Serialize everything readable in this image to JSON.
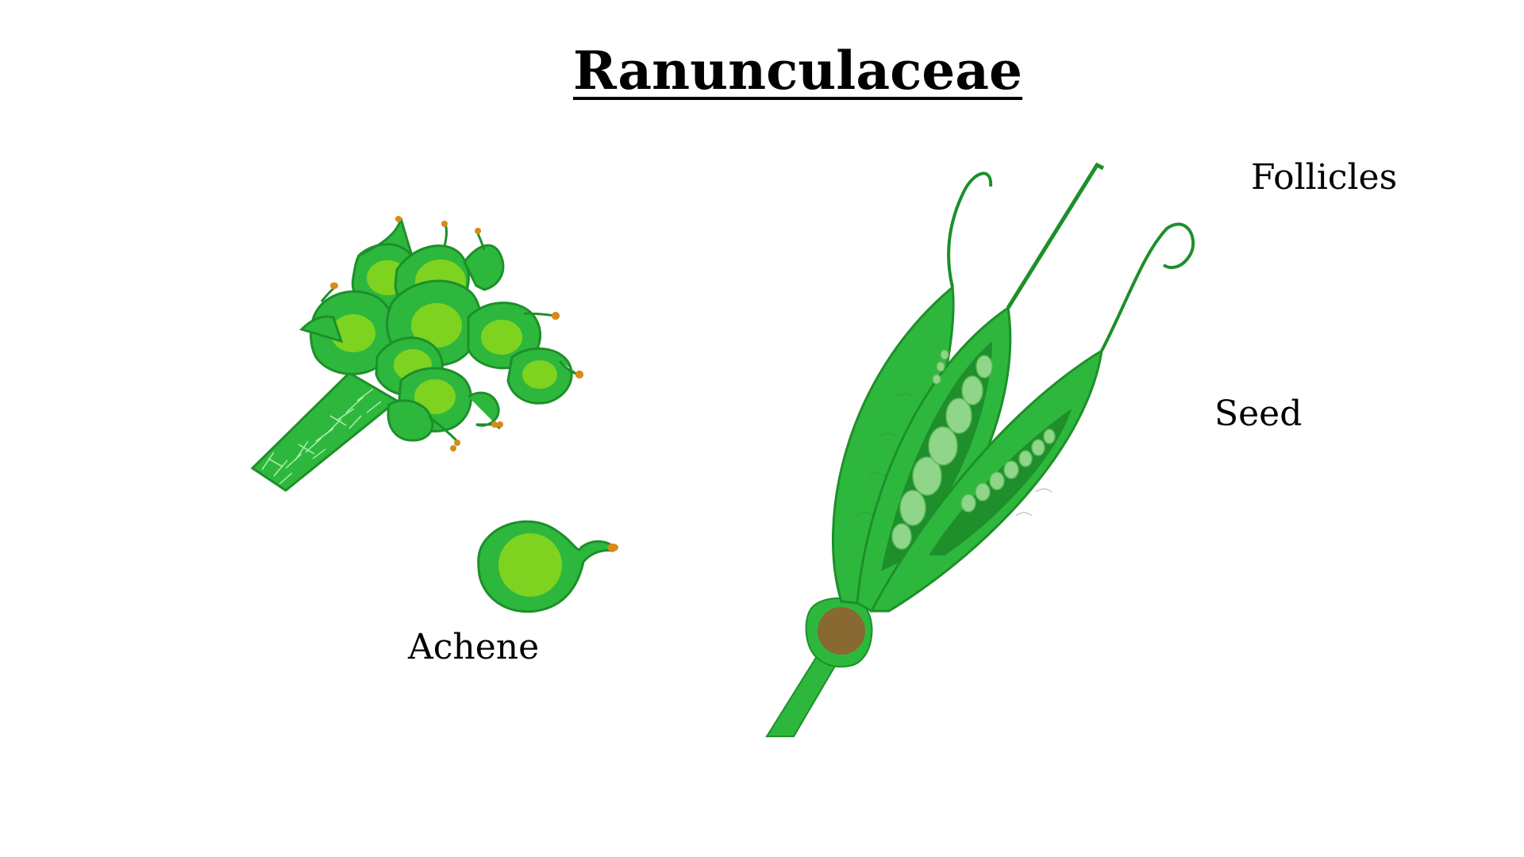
{
  "title": "Ranunculaceae",
  "labels": {
    "follicles": "Follicles",
    "seed": "Seed",
    "achene": "Achene"
  },
  "colors": {
    "fruit_green": "#2db83d",
    "dark_green": "#1e8f2a",
    "light_green": "#7ed321",
    "seed_green": "#8fd68a",
    "tip_orange": "#d88a1a",
    "receptacle_brown": "#9a5a30"
  }
}
